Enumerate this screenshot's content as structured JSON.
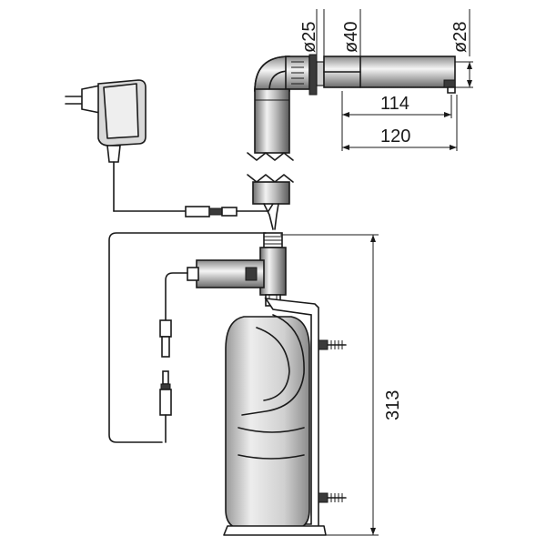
{
  "dimensions": {
    "d25": "ø25",
    "d40": "ø40",
    "d28": "ø28",
    "len114": "114",
    "len120": "120",
    "height313": "313"
  }
}
